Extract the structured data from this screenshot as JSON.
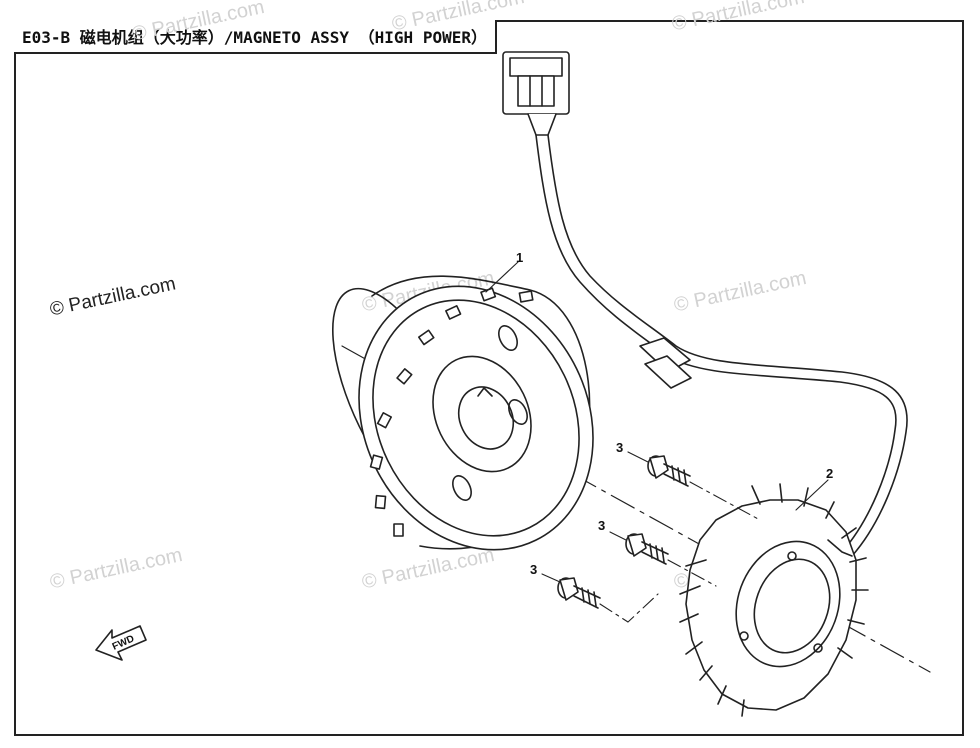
{
  "diagram": {
    "title": "E03-B 磁电机组（大功率）/MAGNETO ASSY （HIGH POWER）",
    "part_labels": {
      "flywheel": "1",
      "stator": "2",
      "bolt_upper": "3",
      "bolt_middle": "3",
      "bolt_lower": "3"
    },
    "direction_label": "FWD",
    "watermark_primary": "© Partzilla.com",
    "watermark_faint": "© Partzilla.com"
  },
  "colors": {
    "ink": "#222222",
    "watermark": "#d2d2d2",
    "background": "#ffffff"
  }
}
